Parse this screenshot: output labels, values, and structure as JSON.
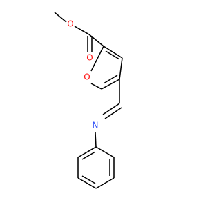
{
  "molecule": {
    "atom_labels": {
      "ester_oxygen": "O",
      "carbonyl_oxygen": "O",
      "ring_oxygen": "O",
      "imine_nitrogen": "N"
    }
  },
  "colors": {
    "oxygen": "#ff0d0d",
    "nitrogen": "#3050f8",
    "bond": "#000000",
    "background": "#ffffff"
  }
}
